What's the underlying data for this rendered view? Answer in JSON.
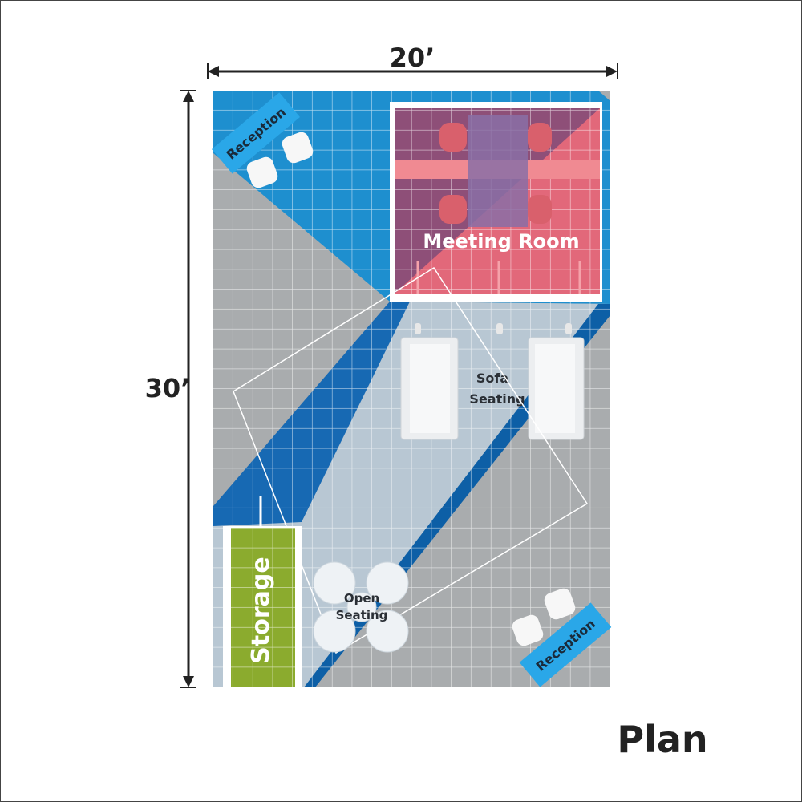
{
  "dimensions": {
    "width_label": "20’",
    "height_label": "30’"
  },
  "title": "Plan",
  "zones": {
    "reception_top": "Reception",
    "reception_bottom": "Reception",
    "meeting_room": "Meeting Room",
    "sofa_seating_line1": "Sofa",
    "sofa_seating_line2": "Seating",
    "open_seating_line1": "Open",
    "open_seating_line2": "Seating",
    "storage": "Storage"
  },
  "colors": {
    "blue": "#1e8fcf",
    "dark_blue": "#0d5fa6",
    "gray": "#a9acae",
    "pink": "#e8667a",
    "green": "#8bab2e",
    "reception": "#2aa7e8"
  }
}
